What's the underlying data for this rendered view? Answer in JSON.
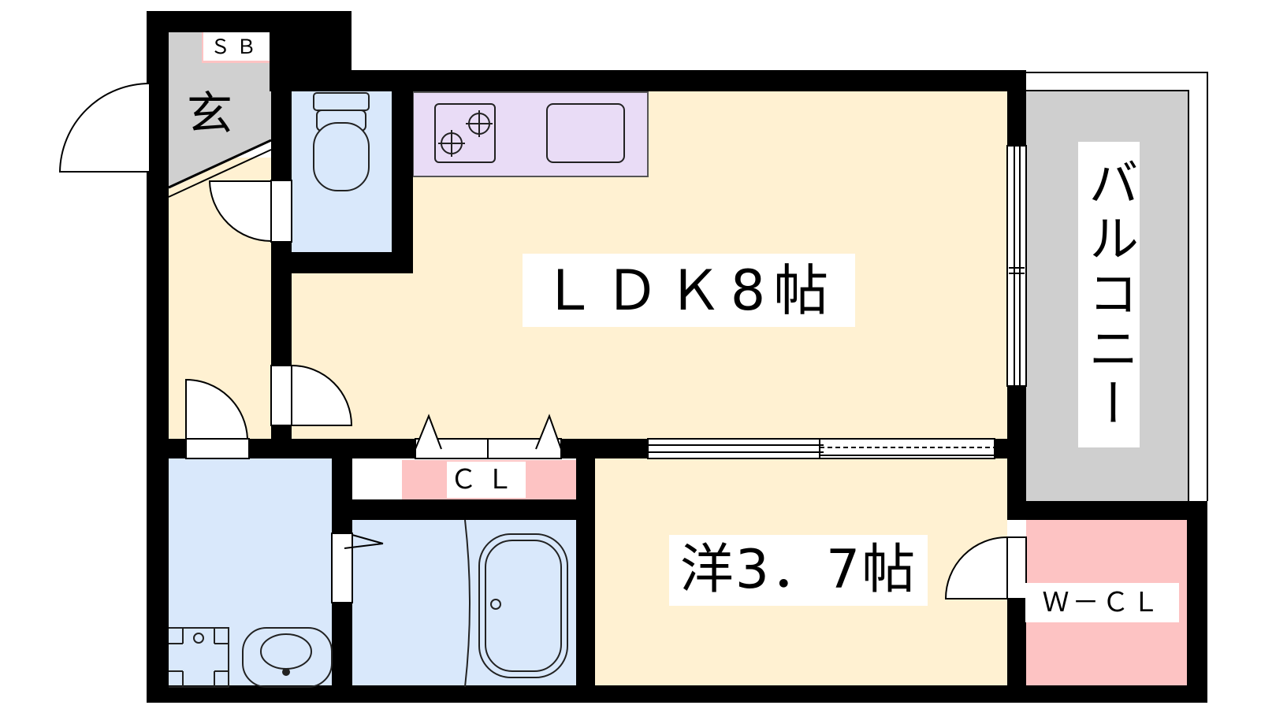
{
  "rooms": {
    "ldk": "ＬＤＫ8帖",
    "western": "洋3．7帖",
    "closet": "ＣＬ",
    "shoe_box": "ＳＢ",
    "walk_in_closet": "Ｗ－ＣＬ",
    "entrance": "玄",
    "balcony": "バルコニー"
  },
  "colors": {
    "floor": "#fff1d2",
    "wet_area": "#d9e8fb",
    "kitchen": "#e9dcf6",
    "storage": "#fdc3c3",
    "balcony": "#cfcfcf",
    "entrance": "#d0d0d0",
    "wall": "#000000"
  }
}
